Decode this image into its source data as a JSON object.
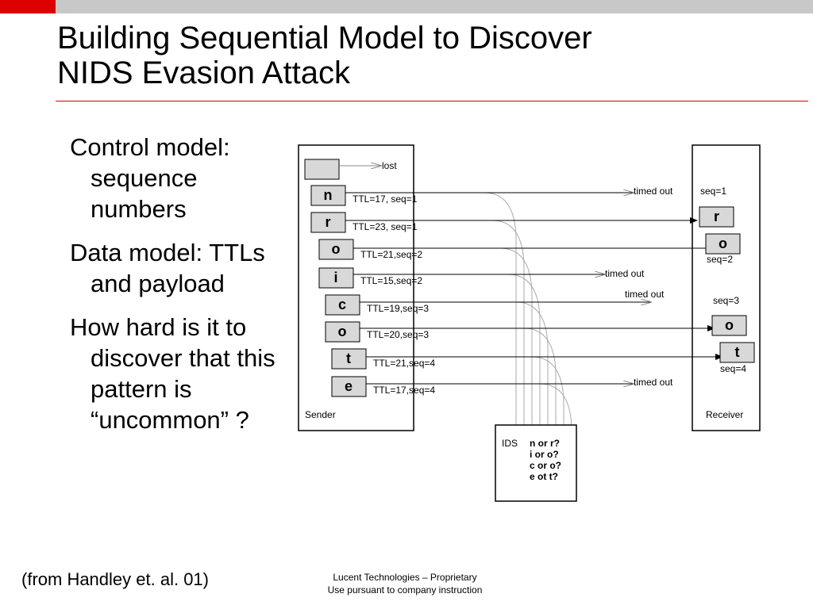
{
  "slide": {
    "title_line1": "Building Sequential Model to Discover",
    "title_line2": "NIDS Evasion Attack",
    "bullets": [
      "Control model: sequence numbers",
      "Data model: TTLs and payload",
      "How hard is it to discover that this pattern is “uncommon” ?"
    ],
    "citation": "(from Handley et. al. 01)",
    "footer_line1": "Lucent Technologies – Proprietary",
    "footer_line2": "Use pursuant to company instruction",
    "colors": {
      "accent": "#dd0000",
      "bar": "#c8c8c8",
      "packet_fill": "#d8d8d8",
      "fan_line": "#aaaaaa"
    }
  },
  "diagram": {
    "sender_label": "Sender",
    "receiver_label": "Receiver",
    "ids_label": "IDS",
    "lost_label": "lost",
    "packets": [
      {
        "char": "n",
        "label": "TTL=17, seq=1",
        "outcome_label": "timed out"
      },
      {
        "char": "r",
        "label": "TTL=23, seq=1"
      },
      {
        "char": "o",
        "label": "TTL=21,seq=2"
      },
      {
        "char": "i",
        "label": "TTL=15,seq=2",
        "outcome_label": "timed out"
      },
      {
        "char": "c",
        "label": "TTL=19,seq=3",
        "outcome_label": "timed out"
      },
      {
        "char": "o",
        "label": "TTL=20,seq=3"
      },
      {
        "char": "t",
        "label": "TTL=21,seq=4"
      },
      {
        "char": "e",
        "label": "TTL=17,seq=4",
        "outcome_label": "timed out"
      }
    ],
    "received": [
      {
        "char": "r",
        "seq_label": "seq=1"
      },
      {
        "char": "o",
        "seq_label": "seq=2"
      },
      {
        "char": "o",
        "seq_label": "seq=3"
      },
      {
        "char": "t",
        "seq_label": "seq=4"
      }
    ],
    "ids_questions": [
      "n or r?",
      "i or o?",
      "c or o?",
      "e ot t?"
    ]
  }
}
